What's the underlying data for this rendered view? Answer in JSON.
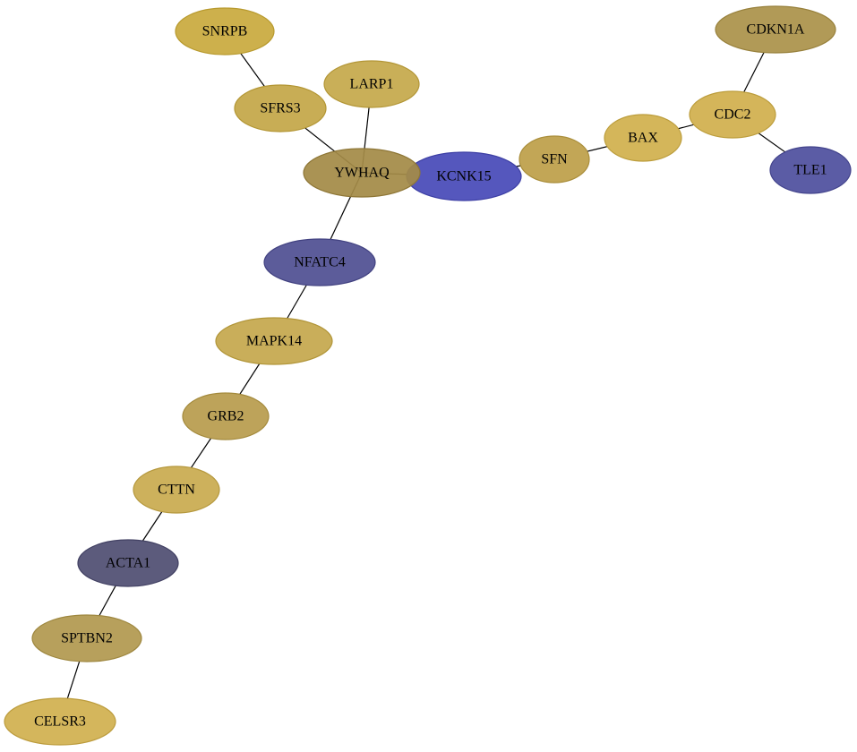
{
  "graph": {
    "nodes": [
      {
        "id": "SNRPB",
        "label": "SNRPB",
        "fill": "#cdb04c",
        "stroke": "#b89a2e"
      },
      {
        "id": "SFRS3",
        "label": "SFRS3",
        "fill": "#c8ad55",
        "stroke": "#b39634"
      },
      {
        "id": "LARP1",
        "label": "LARP1",
        "fill": "#c9af58",
        "stroke": "#b39636"
      },
      {
        "id": "YWHAQ",
        "label": "YWHAQ",
        "fill": "#a48b47",
        "stroke": "#8e7636"
      },
      {
        "id": "KCNK15",
        "label": "KCNK15",
        "fill": "#5557bd",
        "stroke": "#3e40a5"
      },
      {
        "id": "SFN",
        "label": "SFN",
        "fill": "#c2a656",
        "stroke": "#aa8e3b"
      },
      {
        "id": "BAX",
        "label": "BAX",
        "fill": "#d4b65a",
        "stroke": "#bc9d3c"
      },
      {
        "id": "CDC2",
        "label": "CDC2",
        "fill": "#d4b55a",
        "stroke": "#bc9d3c"
      },
      {
        "id": "CDKN1A",
        "label": "CDKN1A",
        "fill": "#b19a57",
        "stroke": "#98813c"
      },
      {
        "id": "TLE1",
        "label": "TLE1",
        "fill": "#5b5ca5",
        "stroke": "#43448c"
      },
      {
        "id": "NFATC4",
        "label": "NFATC4",
        "fill": "#5c5c9a",
        "stroke": "#424281"
      },
      {
        "id": "MAPK14",
        "label": "MAPK14",
        "fill": "#c9ae5a",
        "stroke": "#b19538"
      },
      {
        "id": "GRB2",
        "label": "GRB2",
        "fill": "#bda35a",
        "stroke": "#a48a3c"
      },
      {
        "id": "CTTN",
        "label": "CTTN",
        "fill": "#cdb15c",
        "stroke": "#b5983d"
      },
      {
        "id": "ACTA1",
        "label": "ACTA1",
        "fill": "#5c5b7c",
        "stroke": "#424163"
      },
      {
        "id": "SPTBN2",
        "label": "SPTBN2",
        "fill": "#b7a05c",
        "stroke": "#9e873f"
      },
      {
        "id": "CELSR3",
        "label": "CELSR3",
        "fill": "#d4b65c",
        "stroke": "#bc9c3d"
      }
    ],
    "edges": [
      [
        "SNRPB",
        "SFRS3"
      ],
      [
        "SFRS3",
        "YWHAQ"
      ],
      [
        "LARP1",
        "YWHAQ"
      ],
      [
        "YWHAQ",
        "KCNK15"
      ],
      [
        "KCNK15",
        "SFN"
      ],
      [
        "SFN",
        "BAX"
      ],
      [
        "BAX",
        "CDC2"
      ],
      [
        "CDC2",
        "CDKN1A"
      ],
      [
        "CDC2",
        "TLE1"
      ],
      [
        "YWHAQ",
        "NFATC4"
      ],
      [
        "NFATC4",
        "MAPK14"
      ],
      [
        "MAPK14",
        "GRB2"
      ],
      [
        "GRB2",
        "CTTN"
      ],
      [
        "CTTN",
        "ACTA1"
      ],
      [
        "ACTA1",
        "SPTBN2"
      ],
      [
        "SPTBN2",
        "CELSR3"
      ]
    ]
  }
}
